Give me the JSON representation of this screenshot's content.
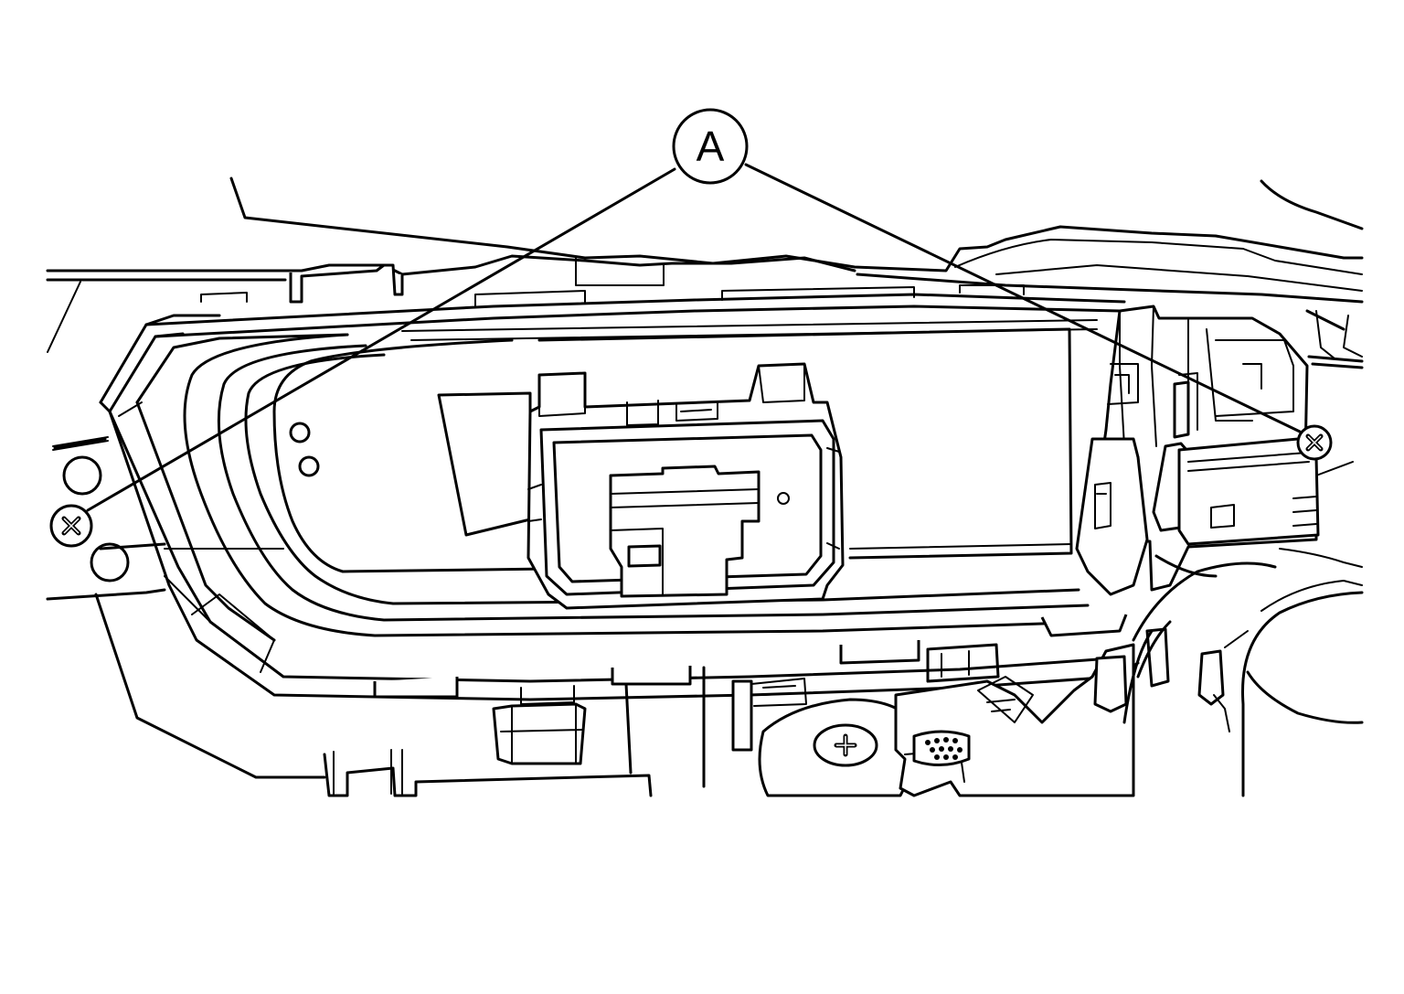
{
  "callout": {
    "label": "A"
  },
  "screws": [
    {
      "name": "screw-left",
      "icon": "screw-cross-icon"
    },
    {
      "name": "screw-right",
      "icon": "screw-cross-icon"
    }
  ],
  "colors": {
    "line": "#000000",
    "background": "#ffffff"
  }
}
